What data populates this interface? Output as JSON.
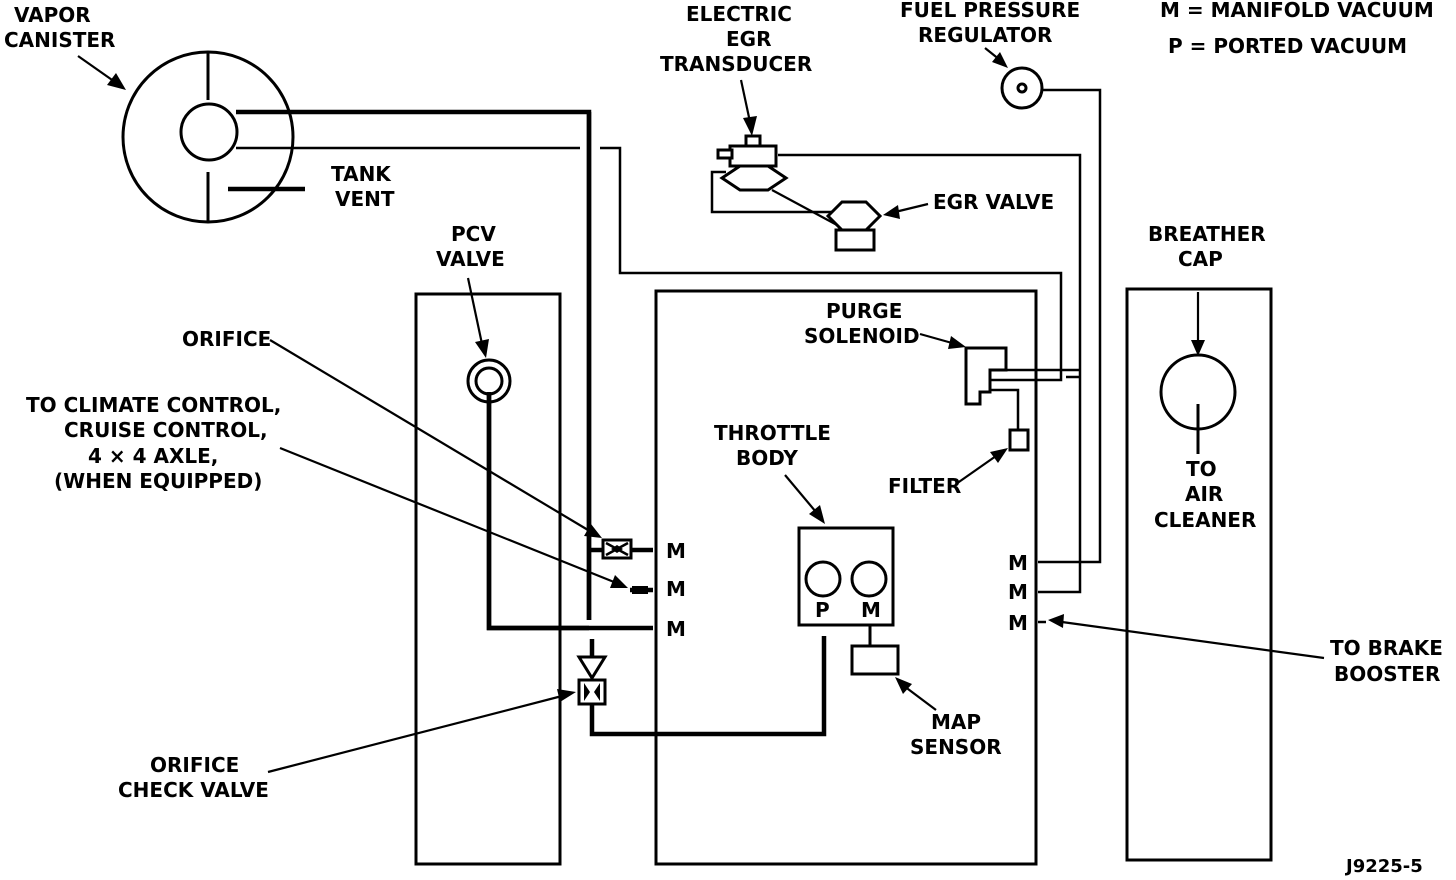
{
  "labels": {
    "vapor_canister": [
      "VAPOR",
      "CANISTER"
    ],
    "tank_vent": [
      "TANK",
      "VENT"
    ],
    "electric_egr_transducer": [
      "ELECTRIC",
      "EGR",
      "TRANSDUCER"
    ],
    "fuel_pressure_regulator": [
      "FUEL PRESSURE",
      "REGULATOR"
    ],
    "legend_m": "M  =  MANIFOLD VACUUM",
    "legend_p": "P  =  PORTED VACUUM",
    "egr_valve": "EGR VALVE",
    "breather_cap": [
      "BREATHER",
      "CAP"
    ],
    "pcv_valve": [
      "PCV",
      "VALVE"
    ],
    "purge_solenoid": [
      "PURGE",
      "SOLENOID"
    ],
    "orifice": "ORIFICE",
    "climate_control": [
      "TO CLIMATE CONTROL,",
      "CRUISE CONTROL,",
      "4 × 4 AXLE,",
      "(WHEN EQUIPPED)"
    ],
    "throttle_body": [
      "THROTTLE",
      "BODY"
    ],
    "filter": "FILTER",
    "to_air_cleaner": [
      "TO",
      "AIR",
      "CLEANER"
    ],
    "to_brake_booster": [
      "TO BRAKE",
      "BOOSTER"
    ],
    "map_sensor": [
      "MAP",
      "SENSOR"
    ],
    "orifice_check_valve": [
      "ORIFICE",
      "CHECK VALVE"
    ],
    "figure_id": "J9225-5"
  },
  "ports": {
    "left": [
      "M",
      "M",
      "M"
    ],
    "right": [
      "M",
      "M",
      "M"
    ],
    "throttle_p": "P",
    "throttle_m": "M"
  }
}
